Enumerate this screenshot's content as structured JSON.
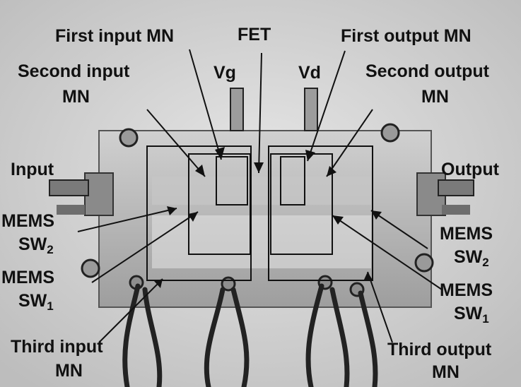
{
  "labels": {
    "first_input_mn": "First input MN",
    "fet": "FET",
    "first_output_mn": "First output MN",
    "second_input": "Second input",
    "second_input_mn": "MN",
    "vg": "Vg",
    "vd": "Vd",
    "second_output": "Second output",
    "second_output_mn": "MN",
    "input": "Input",
    "output": "Output",
    "mems_sw2_left_a": "MEMS",
    "mems_sw2_left_b": "SW",
    "mems_sw2_left_sub": "2",
    "mems_sw1_left_a": "MEMS",
    "mems_sw1_left_b": "SW",
    "mems_sw1_left_sub": "1",
    "mems_sw2_right_a": "MEMS",
    "mems_sw2_right_b": "SW",
    "mems_sw2_right_sub": "2",
    "mems_sw1_right_a": "MEMS",
    "mems_sw1_right_b": "SW",
    "mems_sw1_right_sub": "1",
    "third_input": "Third input",
    "third_input_mn": "MN",
    "third_output": "Third output",
    "third_output_mn": "MN"
  }
}
